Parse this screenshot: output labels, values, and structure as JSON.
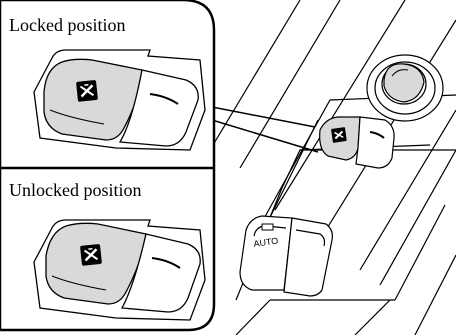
{
  "labels": {
    "locked": "Locked position",
    "unlocked": "Unlocked position",
    "auto": "AUTO"
  },
  "icons": [
    "window-lock-icon",
    "window-lock-icon",
    "window-lock-icon"
  ],
  "colors": {
    "line": "#000000",
    "shade": "#d9d9d9",
    "background": "#ffffff"
  }
}
